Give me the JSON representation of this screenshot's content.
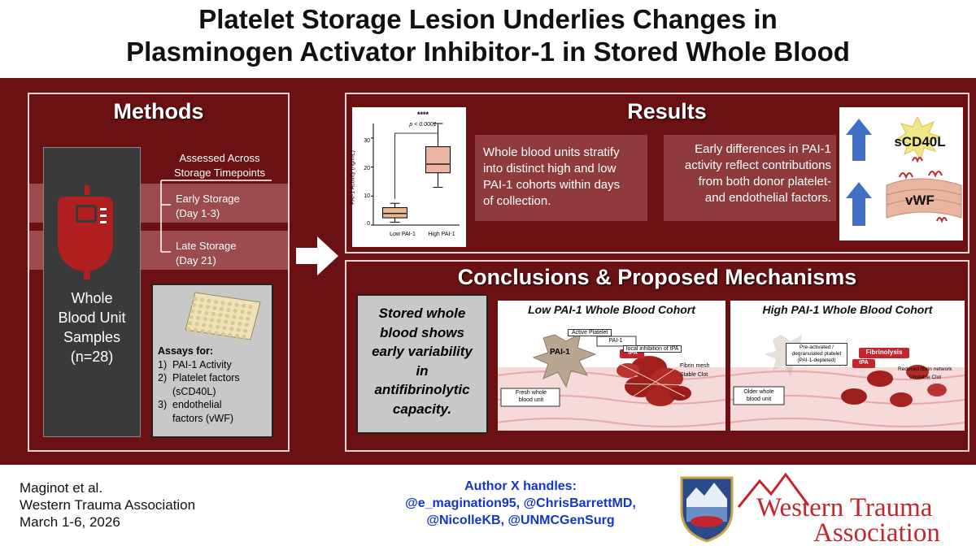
{
  "title": {
    "line1": "Platelet Storage Lesion Underlies Changes in",
    "line2": "Plasminogen Activator Inhibitor-1 in Stored Whole Blood"
  },
  "methods": {
    "heading": "Methods",
    "bag_label": [
      "Whole",
      "Blood Unit",
      "Samples",
      "(n=28)"
    ],
    "timepoints_header": [
      "Assessed Across",
      "Storage Timepoints"
    ],
    "early": [
      "Early Storage",
      "(Day 1-3)"
    ],
    "late": [
      "Late Storage",
      "(Day 21)"
    ],
    "assays_header": "Assays for:",
    "assays": [
      {
        "num": "1)",
        "text": "PAI-1 Activity"
      },
      {
        "num": "2)",
        "text": "Platelet factors"
      },
      {
        "num": "",
        "text": "(sCD40L)"
      },
      {
        "num": "3)",
        "text": "endothelial"
      },
      {
        "num": "",
        "text": "factors (vWF)"
      }
    ]
  },
  "results": {
    "heading": "Results",
    "text1": [
      "Whole blood units stratify",
      "into distinct high and low",
      "PAI-1 cohorts within days",
      "of collection."
    ],
    "text2": [
      "Early differences in PAI-1",
      "activity reflect contributions",
      "from both donor platelet-",
      "and endothelial factors."
    ],
    "marker1": "sCD40L",
    "marker2": "vWF"
  },
  "chart_data": {
    "type": "box",
    "categories": [
      "Low PAI-1",
      "High PAI-1"
    ],
    "ylabel": "PAI-1 Activity (ng/mL)",
    "ylim": [
      0,
      35
    ],
    "yticks": [
      "0",
      "10",
      "20",
      "30"
    ],
    "significance": "****",
    "pvalue": "p < 0.0001",
    "boxes": [
      {
        "name": "Low PAI-1",
        "min": 1,
        "q1": 2.5,
        "median": 4,
        "q3": 6,
        "max": 7.5,
        "color": "#e9b88d"
      },
      {
        "name": "High PAI-1",
        "min": 13,
        "q1": 18,
        "median": 21,
        "q3": 27,
        "max": 35,
        "color": "#eab3a4"
      }
    ]
  },
  "conclusions": {
    "heading": "Conclusions & Proposed Mechanisms",
    "takeaway": [
      "Stored whole",
      "blood shows",
      "early variability",
      "in",
      "antifibrinolytic",
      "capacity."
    ],
    "low": {
      "title": "Low PAI-1 Whole Blood Cohort",
      "labels": {
        "active_platelet": "Active Platelet",
        "pai1": "PAI-1",
        "big_pai1": "PAI-1",
        "local_inhibition": "local inhibition of tPA",
        "tpa": "tPA",
        "fibrin_mesh": "Fibrin mesh",
        "stable_clot": "Stable Clot",
        "fresh": [
          "Fresh whole",
          "blood unit"
        ]
      }
    },
    "high": {
      "title": "High PAI-1 Whole Blood Cohort",
      "labels": {
        "preactivated": [
          "Pre-activated /",
          "degranulated platelet",
          "(PAI-1-depleted)"
        ],
        "fibrinolysis": "Fibrinolysis",
        "tpa": "tPA",
        "reduced": "Reduced fibrin network",
        "unstable": "Unstable Clot",
        "older": [
          "Older whole",
          "blood unit"
        ]
      }
    }
  },
  "footer": {
    "citation": [
      "Maginot et al.",
      "Western Trauma Association",
      "March 1-6, 2026"
    ],
    "handles": [
      "Author X handles:",
      "@e_magination95, @ChrisBarrettMD,",
      "@NicolleKB, @UNMCGenSurg"
    ],
    "logo_text": [
      "Western Trauma",
      "Association"
    ]
  },
  "colors": {
    "band": "#6b1113",
    "text_box": "#8f3a3d",
    "arrow_blue": "#3f6fc7",
    "logo_red": "#c1272d"
  }
}
